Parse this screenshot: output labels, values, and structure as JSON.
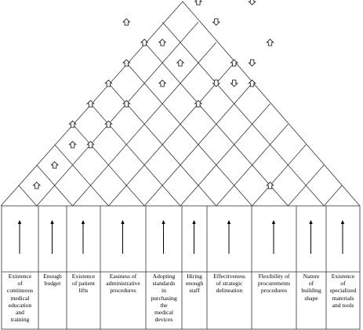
{
  "factors": [
    {
      "label": "Existence\nof\ncontinuous\nmedical\neducation\nand\ntraining",
      "direction": "up"
    },
    {
      "label": "Enough\nbudget",
      "direction": "up"
    },
    {
      "label": "Existence\nof patient\nlifts",
      "direction": "up"
    },
    {
      "label": "Easiness of\nadministrative\nprocedures",
      "direction": "up"
    },
    {
      "label": "Adopting\nstandards\nin\npurchasing\nthe\nmedical\ndevices",
      "direction": "up"
    },
    {
      "label": "Hiring\nenough\nstaff",
      "direction": "up"
    },
    {
      "label": "Effectiveness\nof strategic\ndelineation",
      "direction": "up"
    },
    {
      "label": "Flexibility of\nprocurements\nprocedures",
      "direction": "up"
    },
    {
      "label": "Nature\nof\nbuilding\nshape",
      "direction": "up"
    },
    {
      "label": "Existence\nof\nspecialized\nmaterials\nand tools",
      "direction": "up"
    }
  ],
  "correlations": [
    {
      "row": 1,
      "col": 1,
      "direction": "up"
    },
    {
      "row": 2,
      "col": 2,
      "direction": "up"
    },
    {
      "row": 3,
      "col": 3,
      "direction": "up"
    },
    {
      "row": 4,
      "col": 3,
      "direction": "up"
    },
    {
      "row": 3,
      "col": 4,
      "direction": "up"
    },
    {
      "row": 5,
      "col": 4,
      "direction": "up"
    },
    {
      "row": 4,
      "col": 5,
      "direction": "up"
    },
    {
      "row": 6,
      "col": 5,
      "direction": "up"
    },
    {
      "row": 5,
      "col": 6,
      "direction": "up"
    },
    {
      "row": 7,
      "col": 6,
      "direction": "up"
    },
    {
      "row": 9,
      "col": 6,
      "direction": "up"
    },
    {
      "row": 8,
      "col": 7,
      "direction": "up"
    },
    {
      "row": 6,
      "col": 8,
      "direction": "up"
    },
    {
      "row": 8,
      "col": 8,
      "direction": "up"
    },
    {
      "row": 7,
      "col": 9,
      "direction": "up"
    },
    {
      "row": 5,
      "col": 10,
      "direction": "up"
    },
    {
      "row": 10,
      "col": 10,
      "direction": "up"
    },
    {
      "row": 7,
      "col": 12,
      "direction": "up"
    },
    {
      "row": 6,
      "col": 13,
      "direction": "up"
    },
    {
      "row": 1,
      "col": 14,
      "direction": "up"
    },
    {
      "row": 8,
      "col": 14,
      "direction": "up"
    },
    {
      "row": 9,
      "col": 11,
      "direction": "down"
    },
    {
      "row": 6,
      "col": 11,
      "direction": "down"
    },
    {
      "row": 7,
      "col": 13,
      "direction": "down"
    },
    {
      "row": 6,
      "col": 12,
      "direction": "down"
    },
    {
      "row": 10,
      "col": 13,
      "direction": "down"
    }
  ]
}
